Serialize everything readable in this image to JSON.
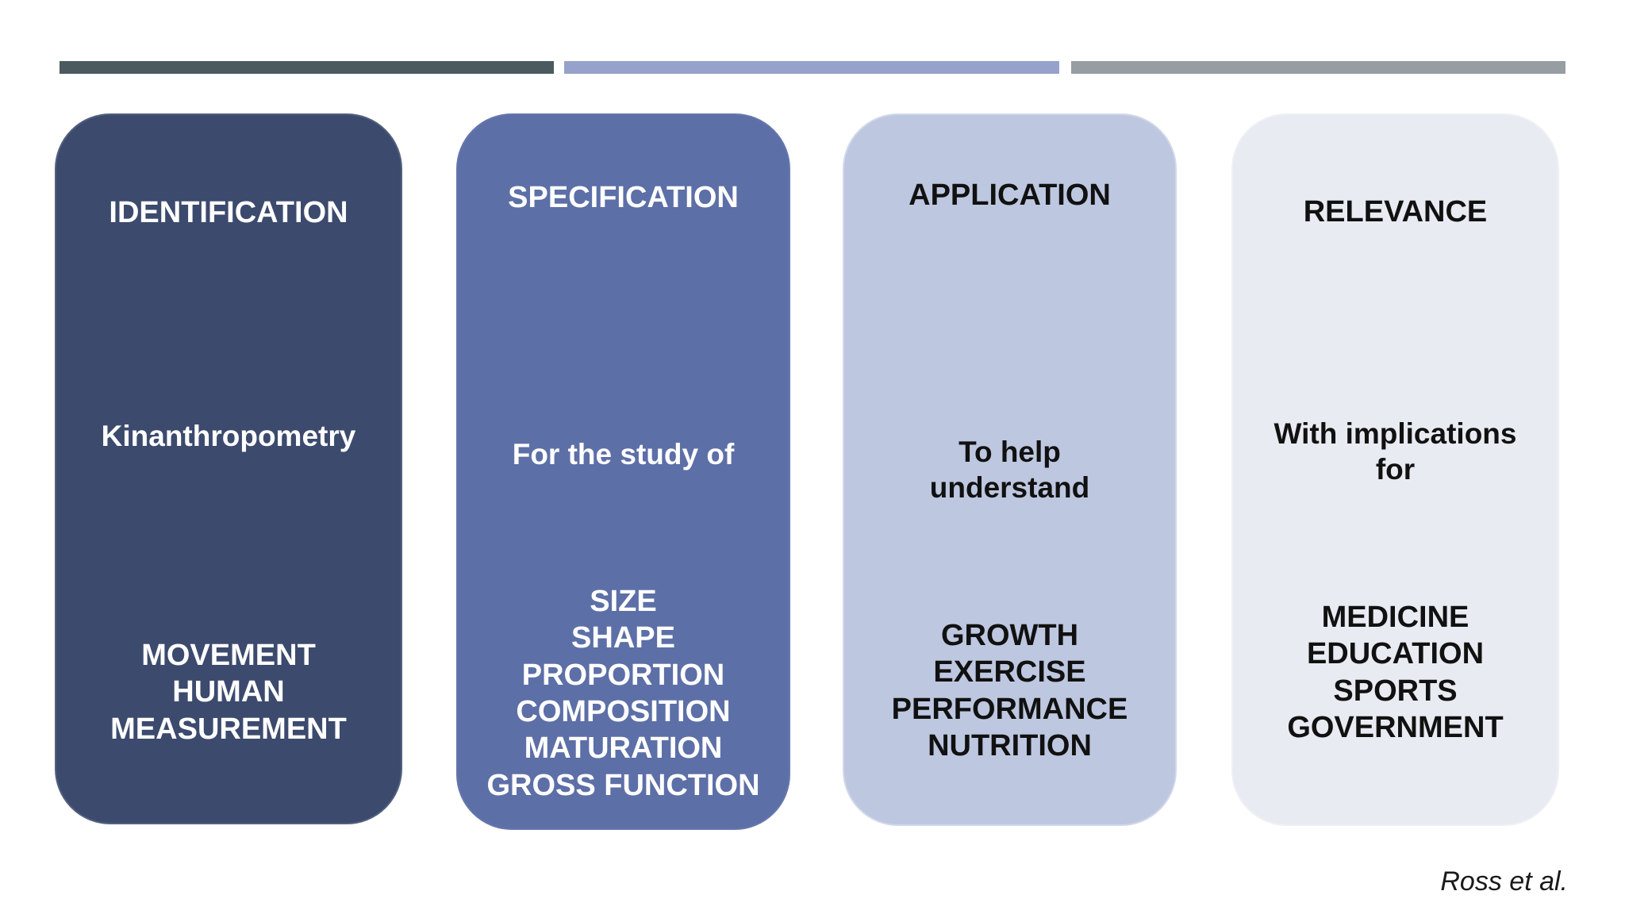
{
  "top_bars": [
    {
      "color": "#4a5a5e"
    },
    {
      "color": "#96a2cb"
    },
    {
      "color": "#969ea4"
    }
  ],
  "columns": [
    {
      "heading": "IDENTIFICATION",
      "phrase": "Kinanthropometry",
      "items": "MOVEMENT\nHUMAN\nMEASUREMENT",
      "fill_color": "#3c4a6e"
    },
    {
      "heading": "SPECIFICATION",
      "phrase": "For the study of",
      "items": "SIZE\nSHAPE\nPROPORTION\nCOMPOSITION\nMATURATION\nGROSS FUNCTION",
      "fill_color": "#5d6fa7"
    },
    {
      "heading": "APPLICATION",
      "phrase": "To help\nunderstand",
      "items": "GROWTH\nEXERCISE\nPERFORMANCE\nNUTRITION",
      "fill_color": "#bec7e0"
    },
    {
      "heading": "RELEVANCE",
      "phrase": "With implications\nfor",
      "items": "MEDICINE\nEDUCATION\nSPORTS\nGOVERNMENT",
      "fill_color": "#e9ebf2"
    }
  ],
  "credit": "Ross et al."
}
